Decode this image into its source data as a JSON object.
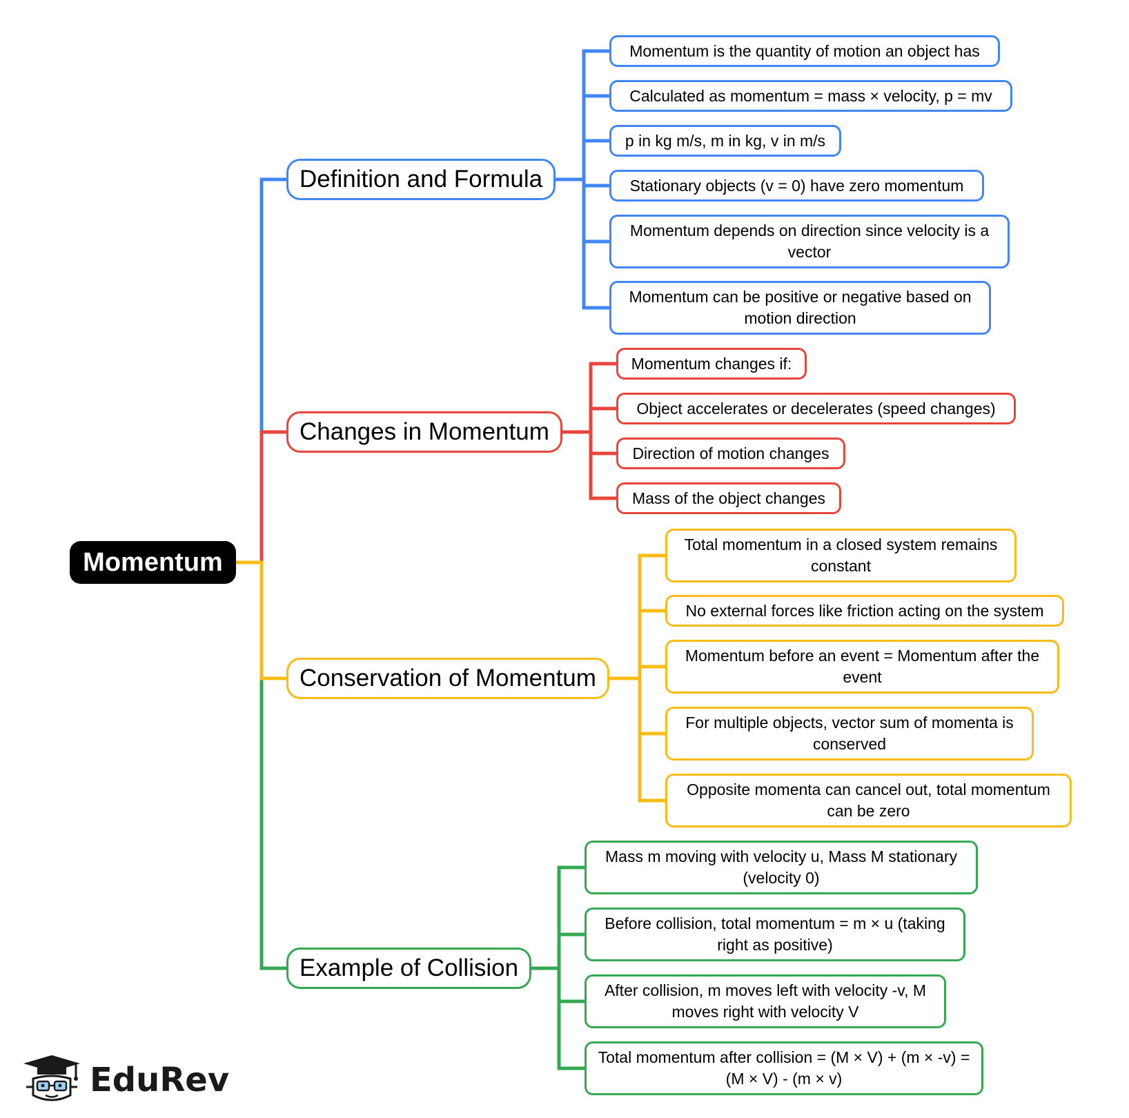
{
  "root": {
    "label": "Momentum"
  },
  "branches": [
    {
      "label": "Definition and Formula",
      "color": "#4285f4",
      "items": [
        "Momentum is the quantity of motion an object has",
        "Calculated as momentum = mass × velocity, p = mv",
        "p in kg m/s, m in kg, v in m/s",
        "Stationary objects (v = 0) have zero momentum",
        "Momentum depends on direction since velocity is a vector",
        "Momentum can be positive or negative based on motion direction"
      ]
    },
    {
      "label": "Changes in Momentum",
      "color": "#e8453c",
      "items": [
        "Momentum changes if:",
        "Object accelerates or decelerates (speed changes)",
        "Direction of motion changes",
        "Mass of the object changes"
      ]
    },
    {
      "label": "Conservation of Momentum",
      "color": "#f9bc15",
      "items": [
        "Total momentum in a closed system remains constant",
        "No external forces like friction acting on the system",
        "Momentum before an event = Momentum after the event",
        "For multiple objects, vector sum of momenta is conserved",
        "Opposite momenta can cancel out, total momentum can be zero"
      ]
    },
    {
      "label": "Example of Collision",
      "color": "#34a853",
      "items": [
        "Mass m moving with velocity u, Mass M stationary (velocity 0)",
        "Before collision, total momentum = m × u (taking right as positive)",
        "After collision, m moves left with velocity -v, M moves right with velocity V",
        "Total momentum after collision = (M × V) + (m × -v) = (M × V) - (m × v)"
      ]
    }
  ],
  "logo": {
    "text": "EduRev",
    "icon": "graduation-cap-mascot-icon"
  }
}
